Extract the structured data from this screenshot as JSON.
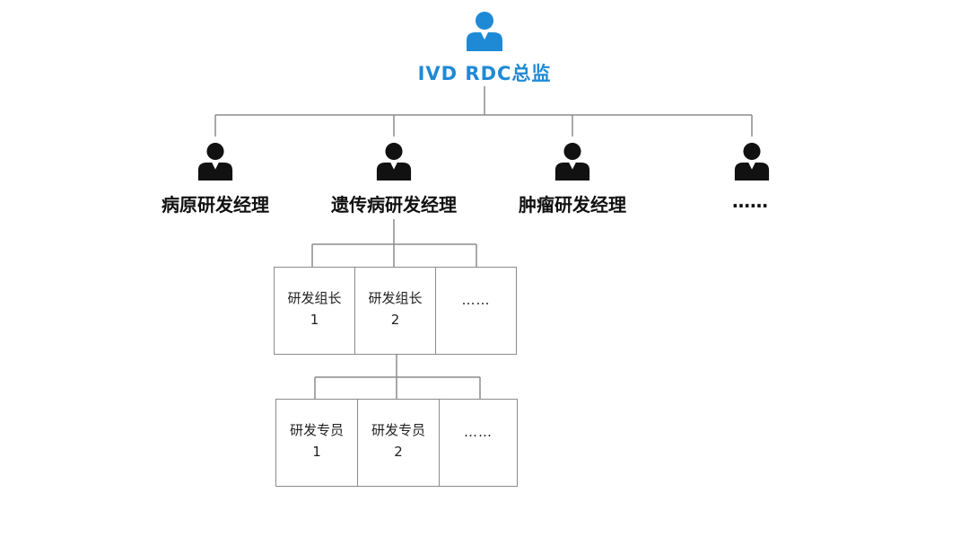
{
  "director": {
    "title": "IVD RDC总监",
    "icon": "person-icon",
    "color": "#1e8ad6"
  },
  "managers": [
    {
      "label": "病原研发经理",
      "icon": "person-icon"
    },
    {
      "label": "遗传病研发经理",
      "icon": "person-icon"
    },
    {
      "label": "肿瘤研发经理",
      "icon": "person-icon"
    },
    {
      "label": "……",
      "icon": "person-icon"
    }
  ],
  "team_leads": [
    {
      "line1": "研发组长",
      "line2": "1"
    },
    {
      "line1": "研发组长",
      "line2": "2"
    },
    {
      "line1": "……",
      "line2": ""
    }
  ],
  "specialists": [
    {
      "line1": "研发专员",
      "line2": "1"
    },
    {
      "line1": "研发专员",
      "line2": "2"
    },
    {
      "line1": "……",
      "line2": ""
    }
  ]
}
